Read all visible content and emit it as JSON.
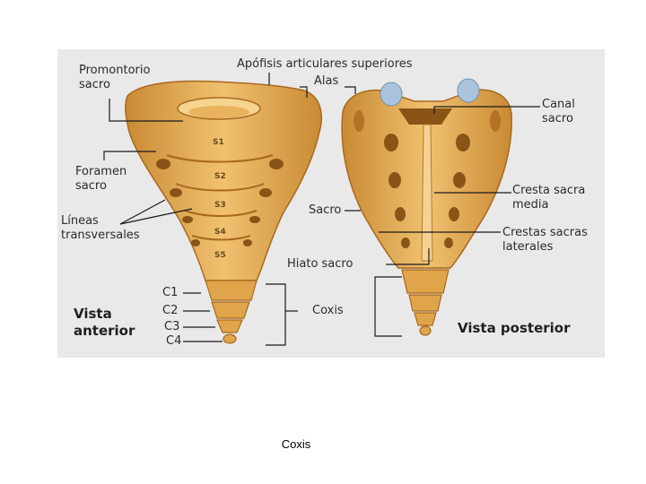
{
  "caption": "Coxis",
  "labels": {
    "promontorio": "Promontorio\nsacro",
    "apofisis": "Apófisis articulares superiores",
    "alas": "Alas",
    "canal": "Canal\nsacro",
    "foramen": "Foramen\nsacro",
    "lineas": "Líneas\ntransversales",
    "sacro": "Sacro",
    "cresta_media": "Cresta sacra\nmedia",
    "crestas_laterales": "Crestas sacras\nlaterales",
    "hiato": "Hiato sacro",
    "coxis": "Coxis",
    "c1": "C1",
    "c2": "C2",
    "c3": "C3",
    "c4": "C4",
    "vista_anterior": "Vista\nanterior",
    "vista_posterior": "Vista posterior"
  },
  "vertebrae": [
    "S1",
    "S2",
    "S3",
    "S4",
    "S5"
  ],
  "colors": {
    "bone": "#e0a44a",
    "bone_light": "#f2c778",
    "bone_dark": "#a8681e",
    "cartilage": "#a9c4dc",
    "line": "#1a1a1a",
    "background": "#e9e9e9"
  }
}
